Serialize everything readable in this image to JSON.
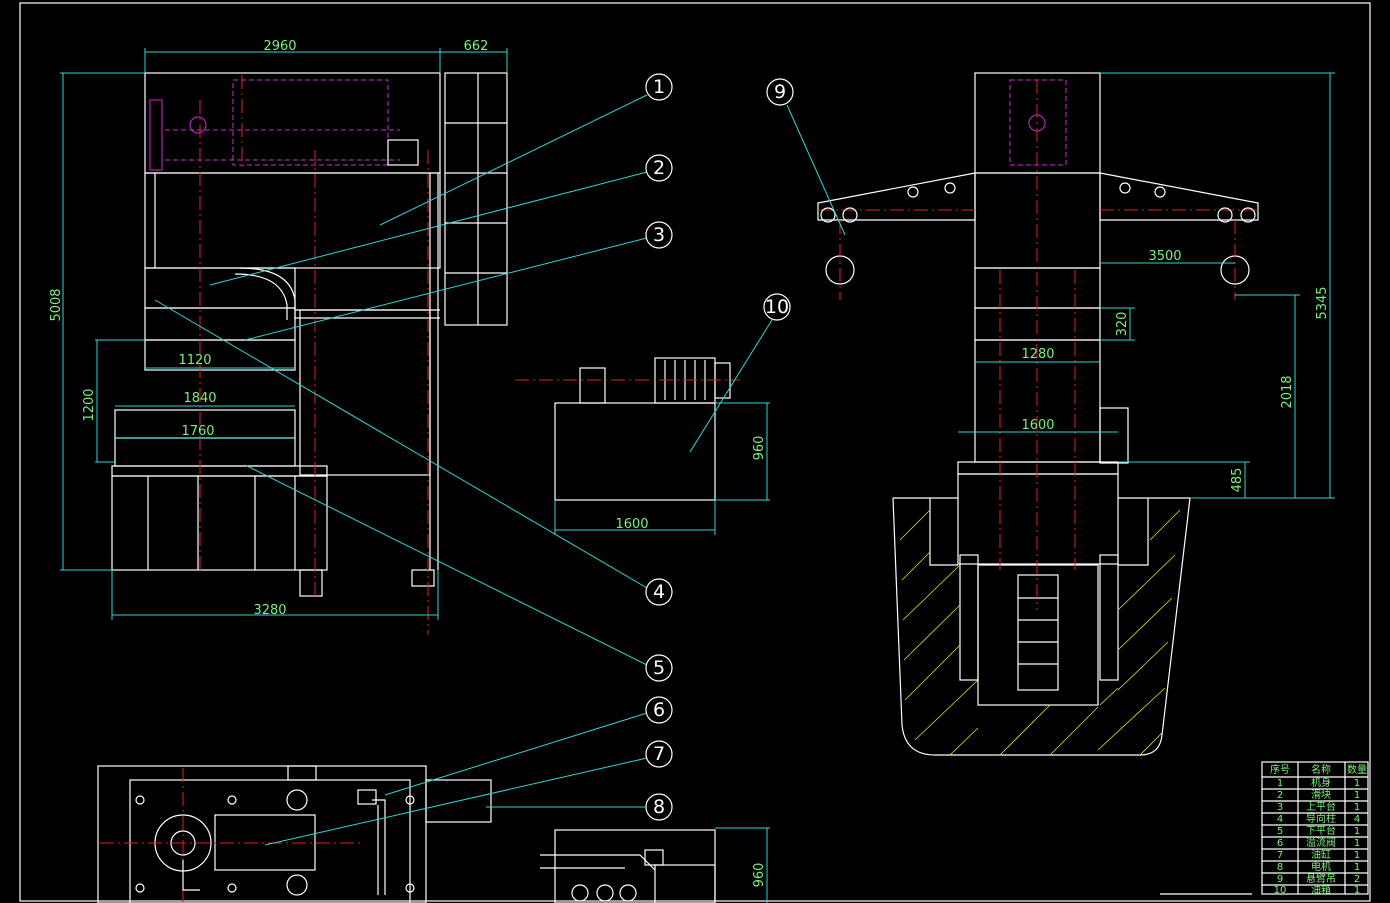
{
  "dimensions": {
    "front_top_width": "2960",
    "front_side_width": "662",
    "front_height": "5008",
    "front_d1120": "1120",
    "front_d1200": "1200",
    "front_d1840": "1840",
    "front_d1760": "1760",
    "front_base_width": "3280",
    "pump_height": "960",
    "pump_width": "1600",
    "side_span": "3500",
    "side_d320": "320",
    "side_d1280": "1280",
    "side_d1600": "1600",
    "side_d2018": "2018",
    "side_height": "5345",
    "side_d485": "485",
    "bottom_height": "960"
  },
  "balloons": [
    "1",
    "2",
    "3",
    "4",
    "5",
    "6",
    "7",
    "8",
    "9",
    "10"
  ],
  "bom": {
    "headers": [
      "序号",
      "名称",
      "数量"
    ],
    "rows": [
      {
        "no": "1",
        "name": "机身",
        "qty": "1"
      },
      {
        "no": "2",
        "name": "滑块",
        "qty": "1"
      },
      {
        "no": "3",
        "name": "上平台",
        "qty": "1"
      },
      {
        "no": "4",
        "name": "导向柱",
        "qty": "4"
      },
      {
        "no": "5",
        "name": "下平台",
        "qty": "1"
      },
      {
        "no": "6",
        "name": "溢流阀",
        "qty": "1"
      },
      {
        "no": "7",
        "name": "油缸",
        "qty": "1"
      },
      {
        "no": "8",
        "name": "电机",
        "qty": "1"
      },
      {
        "no": "9",
        "name": "悬臂吊",
        "qty": "2"
      },
      {
        "no": "10",
        "name": "油箱",
        "qty": "1"
      }
    ]
  },
  "colors": {
    "background": "#000000",
    "outline": "#ffffff",
    "dimension": "#2fd6d6",
    "centerline": "#e02020",
    "hidden": "#d22ad2",
    "hatch": "#e6e62a",
    "text": "#7cf07c"
  }
}
